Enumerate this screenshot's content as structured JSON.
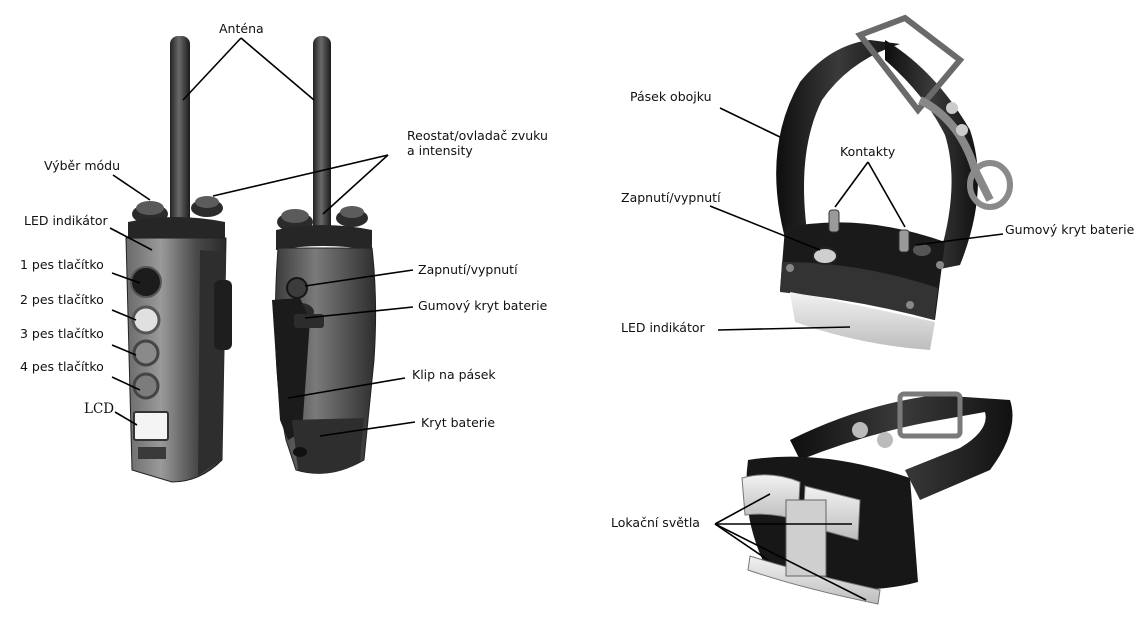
{
  "labels": {
    "antenna": "Anténa",
    "mode_select": "Výběr módu",
    "rheostat_line1": "Reostat/ovladač zvuku",
    "rheostat_line2": "a intensity",
    "led_transmitter": "LED indikátor",
    "dog1_button": "1 pes tlačítko",
    "dog2_button": "2 pes tlačítko",
    "dog3_button": "3 pes tlačítko",
    "dog4_button": "4 pes tlačítko",
    "lcd": "LCD",
    "power_transmitter": "Zapnutí/vypnutí",
    "rubber_cover_transmitter": "Gumový kryt baterie",
    "belt_clip": "Klip na pásek",
    "battery_cover": "Kryt baterie",
    "collar_strap": "Pásek obojku",
    "contacts": "Kontakty",
    "power_collar": "Zapnutí/vypnutí",
    "rubber_cover_collar": "Gumový kryt baterie",
    "led_collar": "LED indikátor",
    "locate_lights": "Lokační světla"
  },
  "icons": {
    "transmitter_front": "handheld-transmitter-front-icon",
    "transmitter_back": "handheld-transmitter-back-icon",
    "collar_receiver_top": "collar-receiver-icon",
    "collar_receiver_bottom": "collar-receiver-lights-icon"
  }
}
